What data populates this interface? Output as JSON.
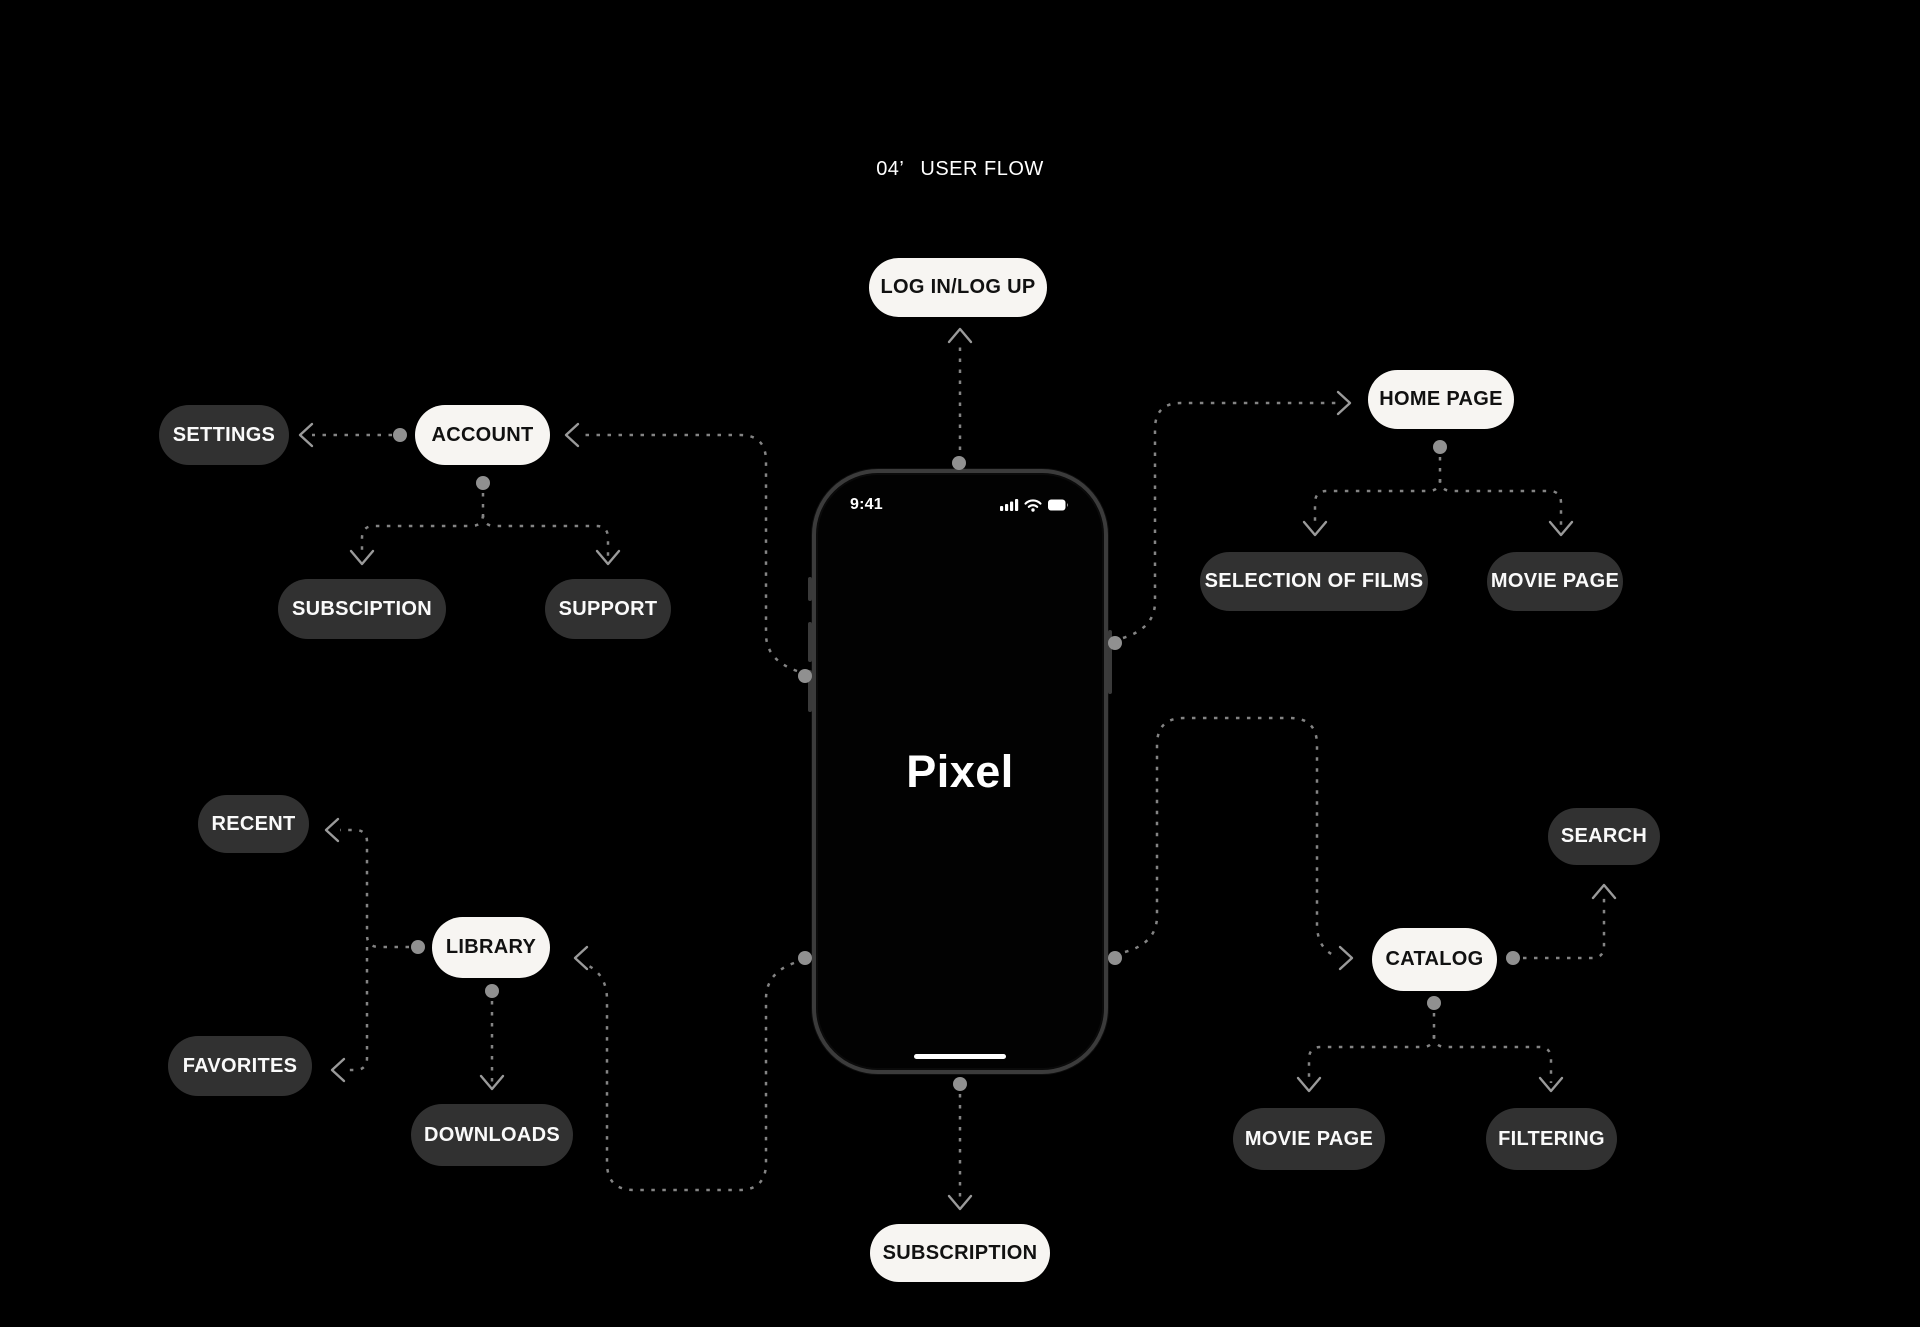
{
  "header": {
    "index": "04’",
    "title": "USER FLOW"
  },
  "phone": {
    "time": "9:41",
    "brand": "Pixel",
    "status_icons": [
      "signal-icon",
      "wifi-icon",
      "battery-icon"
    ]
  },
  "nodes": {
    "login": {
      "label": "LOG IN/LOG UP",
      "variant": "light"
    },
    "settings": {
      "label": "SETTINGS",
      "variant": "dark"
    },
    "account": {
      "label": "ACCOUNT",
      "variant": "light"
    },
    "subsciption": {
      "label": "SUBSCIPTION",
      "variant": "dark"
    },
    "support": {
      "label": "SUPPORT",
      "variant": "dark"
    },
    "home_page": {
      "label": "HOME PAGE",
      "variant": "light"
    },
    "selection_of_films": {
      "label": "SELECTION OF FILMS",
      "variant": "dark"
    },
    "movie_page_top": {
      "label": "MOVIE PAGE",
      "variant": "dark"
    },
    "recent": {
      "label": "RECENT",
      "variant": "dark"
    },
    "library": {
      "label": "LIBRARY",
      "variant": "light"
    },
    "favorites": {
      "label": "FAVORITES",
      "variant": "dark"
    },
    "downloads": {
      "label": "DOWNLOADS",
      "variant": "dark"
    },
    "search": {
      "label": "SEARCH",
      "variant": "dark"
    },
    "catalog": {
      "label": "CATALOG",
      "variant": "light"
    },
    "movie_page_bottom": {
      "label": "MOVIE PAGE",
      "variant": "dark"
    },
    "filtering": {
      "label": "FILTERING",
      "variant": "dark"
    },
    "subscription_bottom": {
      "label": "SUBSCRIPTION",
      "variant": "light"
    }
  },
  "colors": {
    "background": "#000000",
    "pill_dark": "#313131",
    "pill_light": "#f7f5f2",
    "text_on_dark": "#fafafa",
    "text_on_light": "#111111",
    "wire": "#848484",
    "arrow": "#9a9a9a",
    "dot": "#909090",
    "frame": "#3b3b3b"
  }
}
